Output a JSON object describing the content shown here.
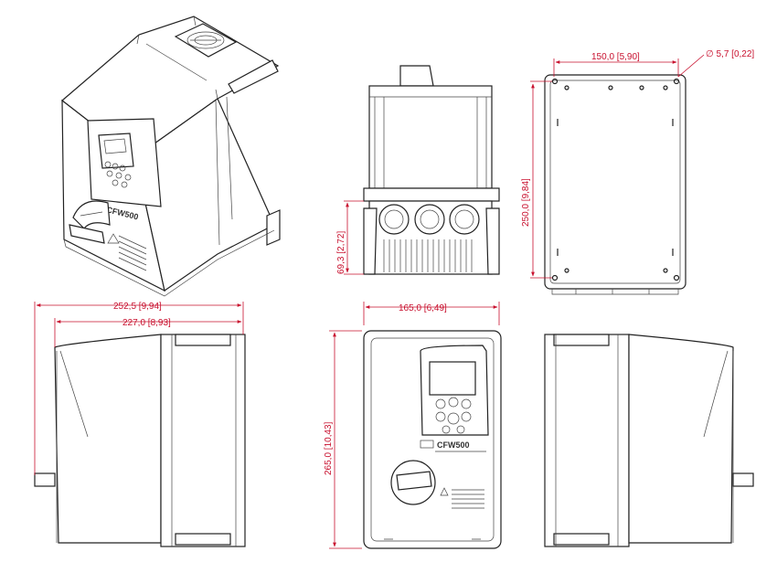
{
  "dimensions": {
    "top_width": "150,0 [5,90]",
    "hole_diameter": "∅ 5,7 [0,22]",
    "back_height": "250,0 [9,84]",
    "bottom_height": "69,3 [2,72]",
    "front_width": "165,0 [6,49]",
    "side_depth_total": "252,5 [9,94]",
    "side_depth_body": "227,0 [8,93]",
    "front_height": "265,0 [10,43]"
  },
  "product": {
    "logo_text": "CFW500"
  },
  "colors": {
    "dimension": "#c8102e",
    "outline": "#222222"
  }
}
